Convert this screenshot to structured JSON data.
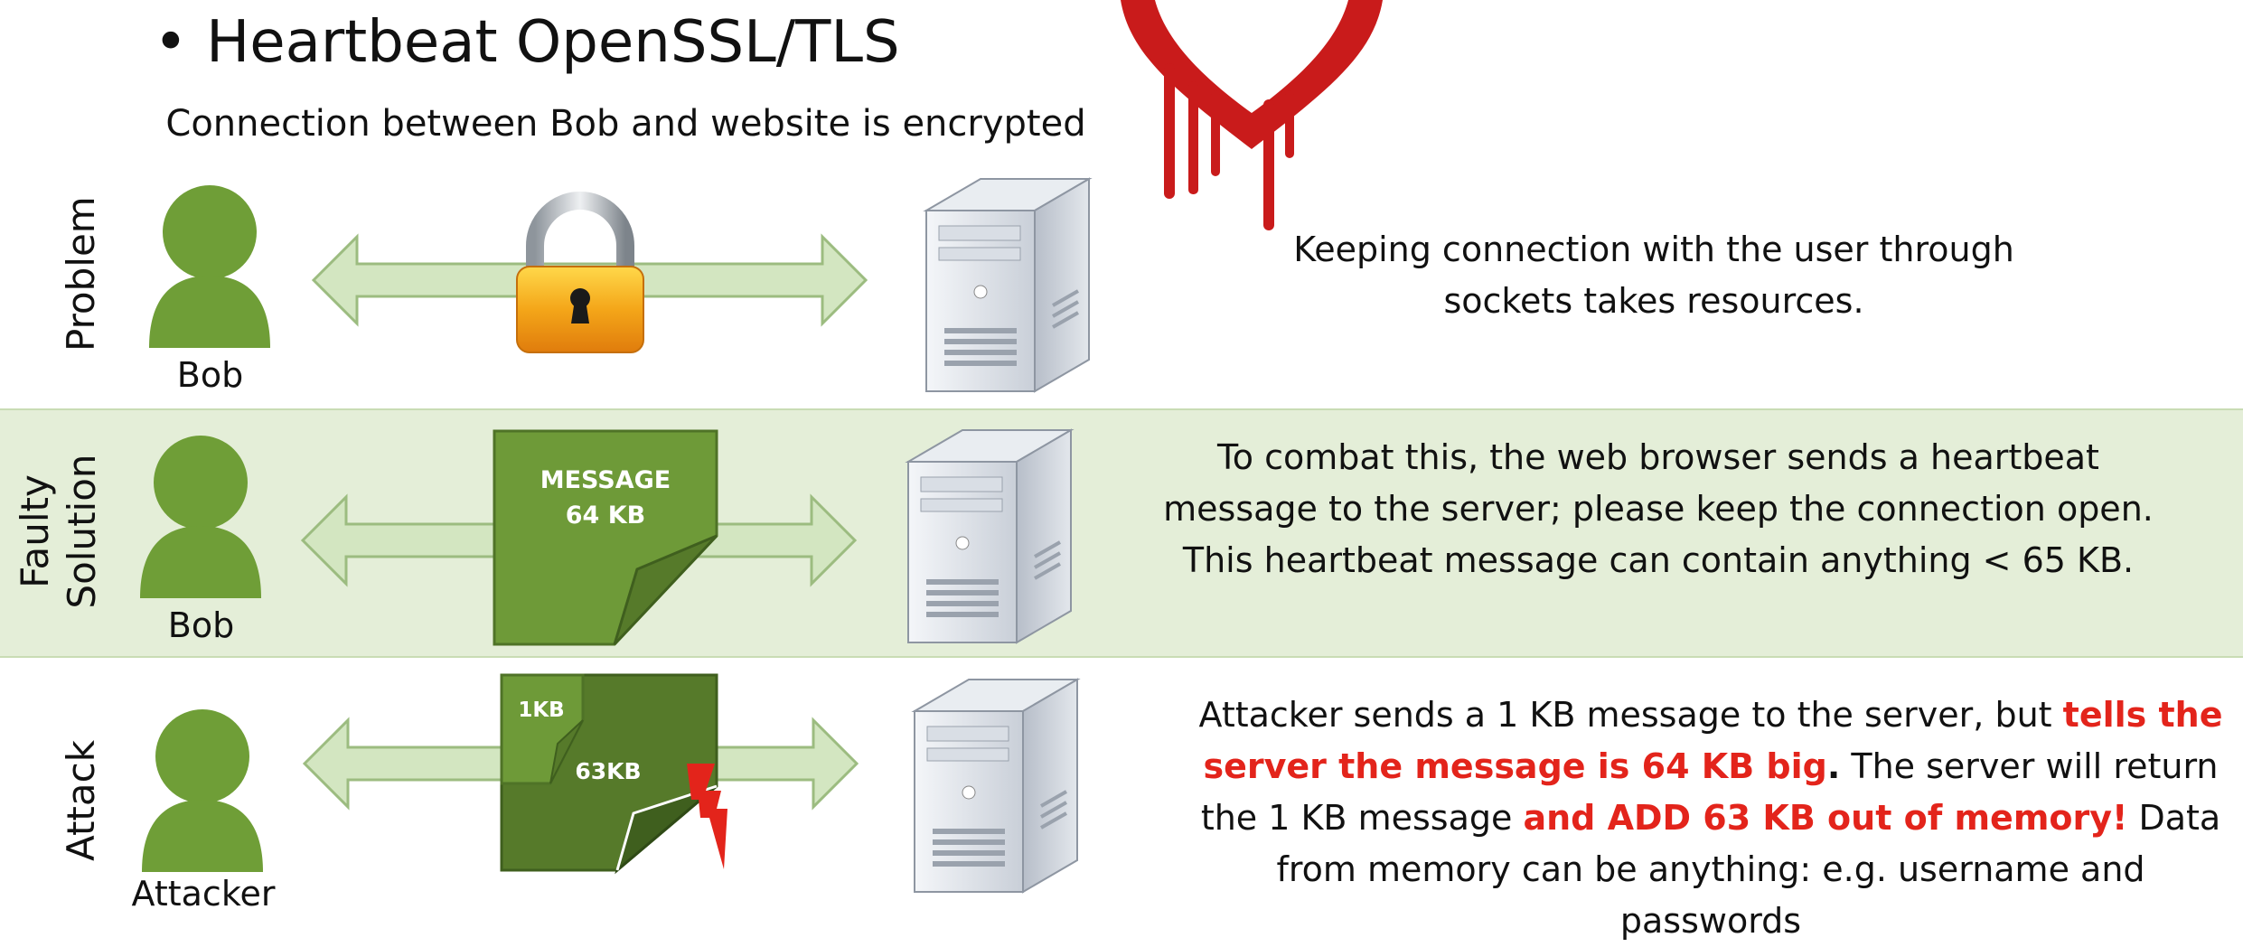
{
  "header": {
    "bullet": "•",
    "title": "Heartbeat OpenSSL/TLS",
    "subtitle": "Connection between Bob and website is encrypted"
  },
  "rows": {
    "problem": {
      "label": "Problem",
      "person": "Bob",
      "description": "Keeping connection with the user through sockets takes resources."
    },
    "faulty_solution": {
      "label_line1": "Faulty",
      "label_line2": "Solution",
      "person": "Bob",
      "message_label": "MESSAGE",
      "message_size": "64 KB",
      "description_lines": [
        "To combat this, the web browser sends a heartbeat",
        "message to the server; please keep the connection open.",
        "This heartbeat message can contain anything < 65 KB."
      ]
    },
    "attack": {
      "label": "Attack",
      "person": "Attacker",
      "small_message": "1KB",
      "large_message": "63KB",
      "description": {
        "p1": "Attacker sends a 1 KB message to the server, but ",
        "p2_red": "tells the server the message is 64 KB big",
        "p3_bold": ".",
        "p4": " The server will return the 1 KB message ",
        "p5_red": "and ADD 63 KB out of memory!",
        "p6": " Data from memory can be anything: e.g. username and passwords"
      }
    }
  },
  "colors": {
    "person_green": "#6f9e37",
    "arrow_fill": "#d3e6c1",
    "arrow_stroke": "#9cbc80",
    "doc_green": "#6e9a38",
    "doc_dark": "#567a2a",
    "heartbleed_red": "#c91b1b",
    "highlight_red": "#e3241b",
    "band_green": "#e4eed8",
    "lock_gold": "#f0a91a"
  },
  "icons": [
    "person-icon",
    "double-arrow-icon",
    "padlock-icon",
    "server-tower-icon",
    "message-document-icon",
    "lightning-bolt-icon",
    "heartbleed-logo-icon"
  ]
}
